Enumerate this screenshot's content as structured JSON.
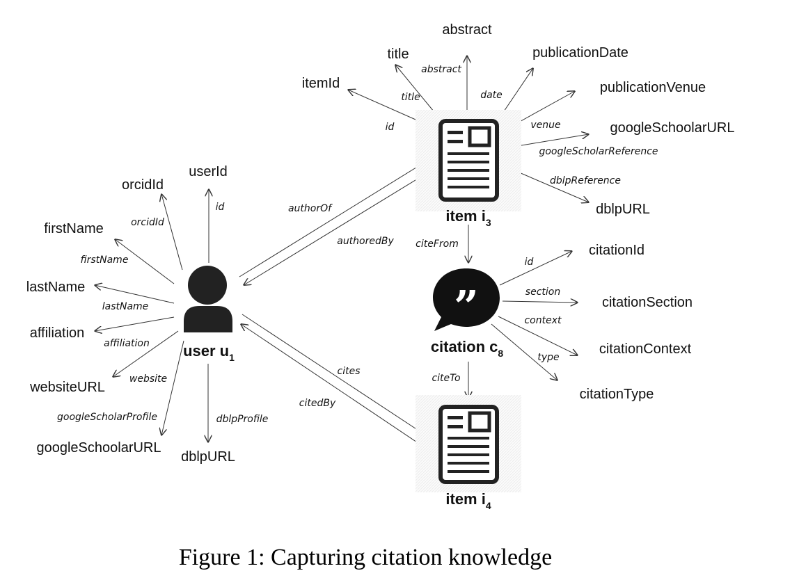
{
  "entities": {
    "user": {
      "name": "user u",
      "sub": "1"
    },
    "item3": {
      "name": "item i",
      "sub": "3"
    },
    "citation": {
      "name": "citation c",
      "sub": "8"
    },
    "item4": {
      "name": "item i",
      "sub": "4"
    }
  },
  "user_attributes": [
    {
      "key": "userId",
      "edge": "id"
    },
    {
      "key": "orcidId",
      "edge": "orcidId"
    },
    {
      "key": "firstName",
      "edge": "firstName"
    },
    {
      "key": "lastName",
      "edge": "lastName"
    },
    {
      "key": "affiliation",
      "edge": "affiliation"
    },
    {
      "key": "websiteURL",
      "edge": "website"
    },
    {
      "key": "googleSchoolarURL",
      "edge": "googleScholarProfile"
    },
    {
      "key": "dblpURL",
      "edge": "dblpProfile"
    }
  ],
  "item_attributes": [
    {
      "key": "itemId",
      "edge": "id"
    },
    {
      "key": "title",
      "edge": "title"
    },
    {
      "key": "abstract",
      "edge": "abstract"
    },
    {
      "key": "publicationDate",
      "edge": "date"
    },
    {
      "key": "publicationVenue",
      "edge": "venue"
    },
    {
      "key": "googleSchoolarURL",
      "edge": "googleScholarReference"
    },
    {
      "key": "dblpURL",
      "edge": "dblpReference"
    }
  ],
  "citation_attributes": [
    {
      "key": "citationId",
      "edge": "id"
    },
    {
      "key": "citationSection",
      "edge": "section"
    },
    {
      "key": "citationContext",
      "edge": "context"
    },
    {
      "key": "citationType",
      "edge": "type"
    }
  ],
  "relations": {
    "authorOf": "authorOf",
    "authoredBy": "authoredBy",
    "cites": "cites",
    "citedBy": "citedBy",
    "citeFrom": "citeFrom",
    "citeTo": "citeTo"
  },
  "caption": "Figure 1: Capturing citation knowledge"
}
